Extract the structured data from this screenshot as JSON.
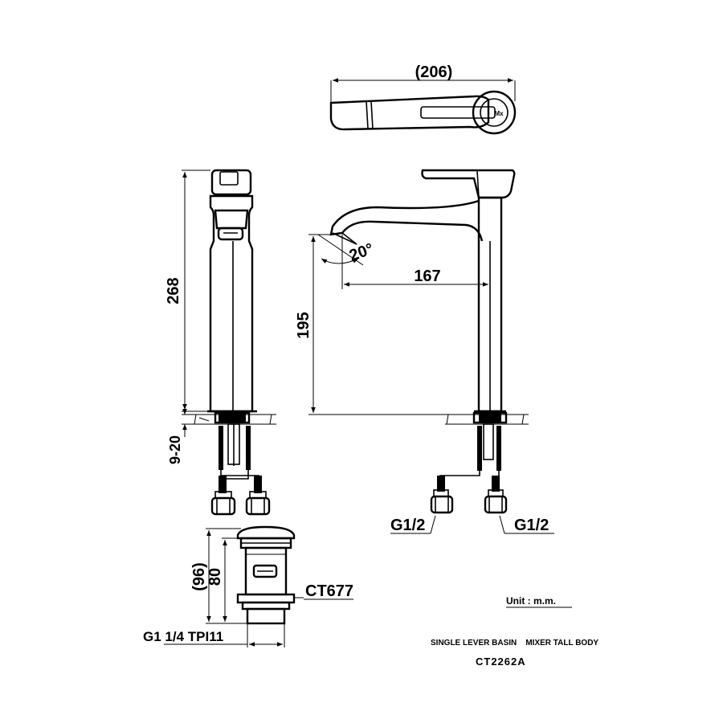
{
  "dimensions": {
    "overall_length": "(206)",
    "total_height": "268",
    "spout_height": "195",
    "spout_reach": "167",
    "spout_angle": "20°",
    "deck_thickness": "9-20",
    "waste_total_height": "(96)",
    "waste_height": "80"
  },
  "connections": {
    "left_inlet": "G1/2",
    "right_inlet": "G1/2",
    "waste_thread": "G1 1/4 TPI11"
  },
  "waste_model": "CT677",
  "unit_note": "Unit : m.m.",
  "product": {
    "description": "SINGLE LEVER BASIN    MIXER TALL BODY",
    "model": "CT2262A"
  }
}
